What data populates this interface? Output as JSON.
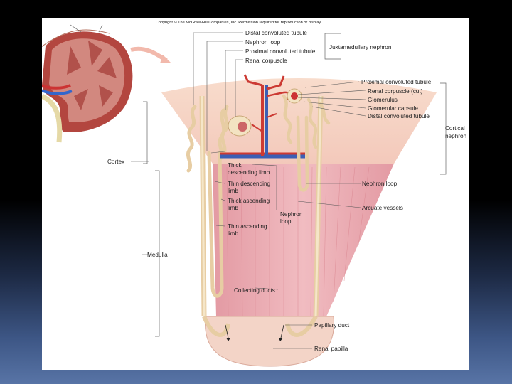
{
  "copyright": "Copyright © The McGraw-Hill Companies, Inc. Permission required for reproduction or display.",
  "labels": {
    "distal_convoluted_tubule_top": "Distal convoluted tubule",
    "nephron_loop_top": "Nephron loop",
    "proximal_convoluted_tubule_top": "Proximal convoluted tubule",
    "renal_corpuscle_top": "Renal corpuscle",
    "juxtamedullary_nephron": "Juxtamedullary nephron",
    "proximal_convoluted_tubule_right": "Proximal convoluted tubule",
    "renal_corpuscle_cut": "Renal corpuscle (cut)",
    "glomerulus": "Glomerulus",
    "glomerular_capsule": "Glomerular capsule",
    "distal_convoluted_tubule_right": "Distal convoluted tubule",
    "cortical_nephron_line1": "Cortical",
    "cortical_nephron_line2": "nephron",
    "cortex": "Cortex",
    "thick_descending_line1": "Thick",
    "thick_descending_line2": "descending limb",
    "thin_descending_line1": "Thin descending",
    "thin_descending_line2": "limb",
    "thick_ascending_line1": "Thick ascending",
    "thick_ascending_line2": "limb",
    "thin_ascending_line1": "Thin ascending",
    "thin_ascending_line2": "limb",
    "nephron_loop_mid_line1": "Nephron",
    "nephron_loop_mid_line2": "loop",
    "nephron_loop_right": "Nephron loop",
    "arcuate_vessels": "Arcuate vessels",
    "medulla": "Medulla",
    "collecting_ducts": "Collecting ducts",
    "papillary_duct": "Papillary duct",
    "renal_papilla": "Renal papilla"
  }
}
